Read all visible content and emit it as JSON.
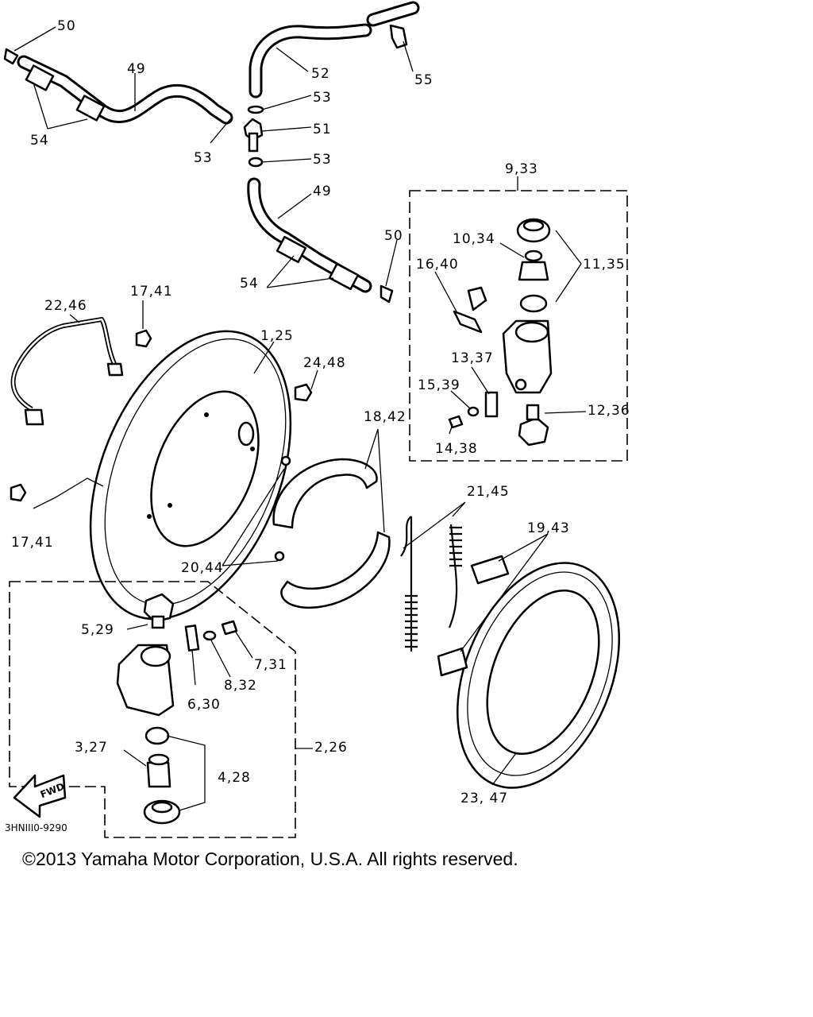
{
  "diagram": {
    "callouts": {
      "c50_top": "50",
      "c49_top": "49",
      "c54_top": "54",
      "c52": "52",
      "c55": "55",
      "c53_a": "53",
      "c53_b": "53",
      "c51": "51",
      "c53_c": "53",
      "c49_mid": "49",
      "c9_33": "9,33",
      "c50_mid": "50",
      "c10_34": "10,34",
      "c11_35": "11,35",
      "c16_40": "16,40",
      "c54_mid": "54",
      "c17_41_top": "17,41",
      "c22_46": "22,46",
      "c1_25": "1,25",
      "c24_48": "24,48",
      "c13_37": "13,37",
      "c15_39": "15,39",
      "c12_36": "12,36",
      "c14_38": "14,38",
      "c18_42": "18,42",
      "c21_45": "21,45",
      "c19_43": "19,43",
      "c17_41_bottom": "17,41",
      "c20_44": "20,44",
      "c5_29": "5,29",
      "c7_31": "7,31",
      "c8_32": "8,32",
      "c6_30": "6,30",
      "c2_26": "2,26",
      "c3_27": "3,27",
      "c4_28": "4,28",
      "c23_47": "23, 47"
    },
    "fwd_arrow": "FWD",
    "drawing_code": "3HNIII0-9290"
  },
  "footer": {
    "copyright": "©2013 Yamaha Motor Corporation, U.S.A. All rights reserved."
  }
}
